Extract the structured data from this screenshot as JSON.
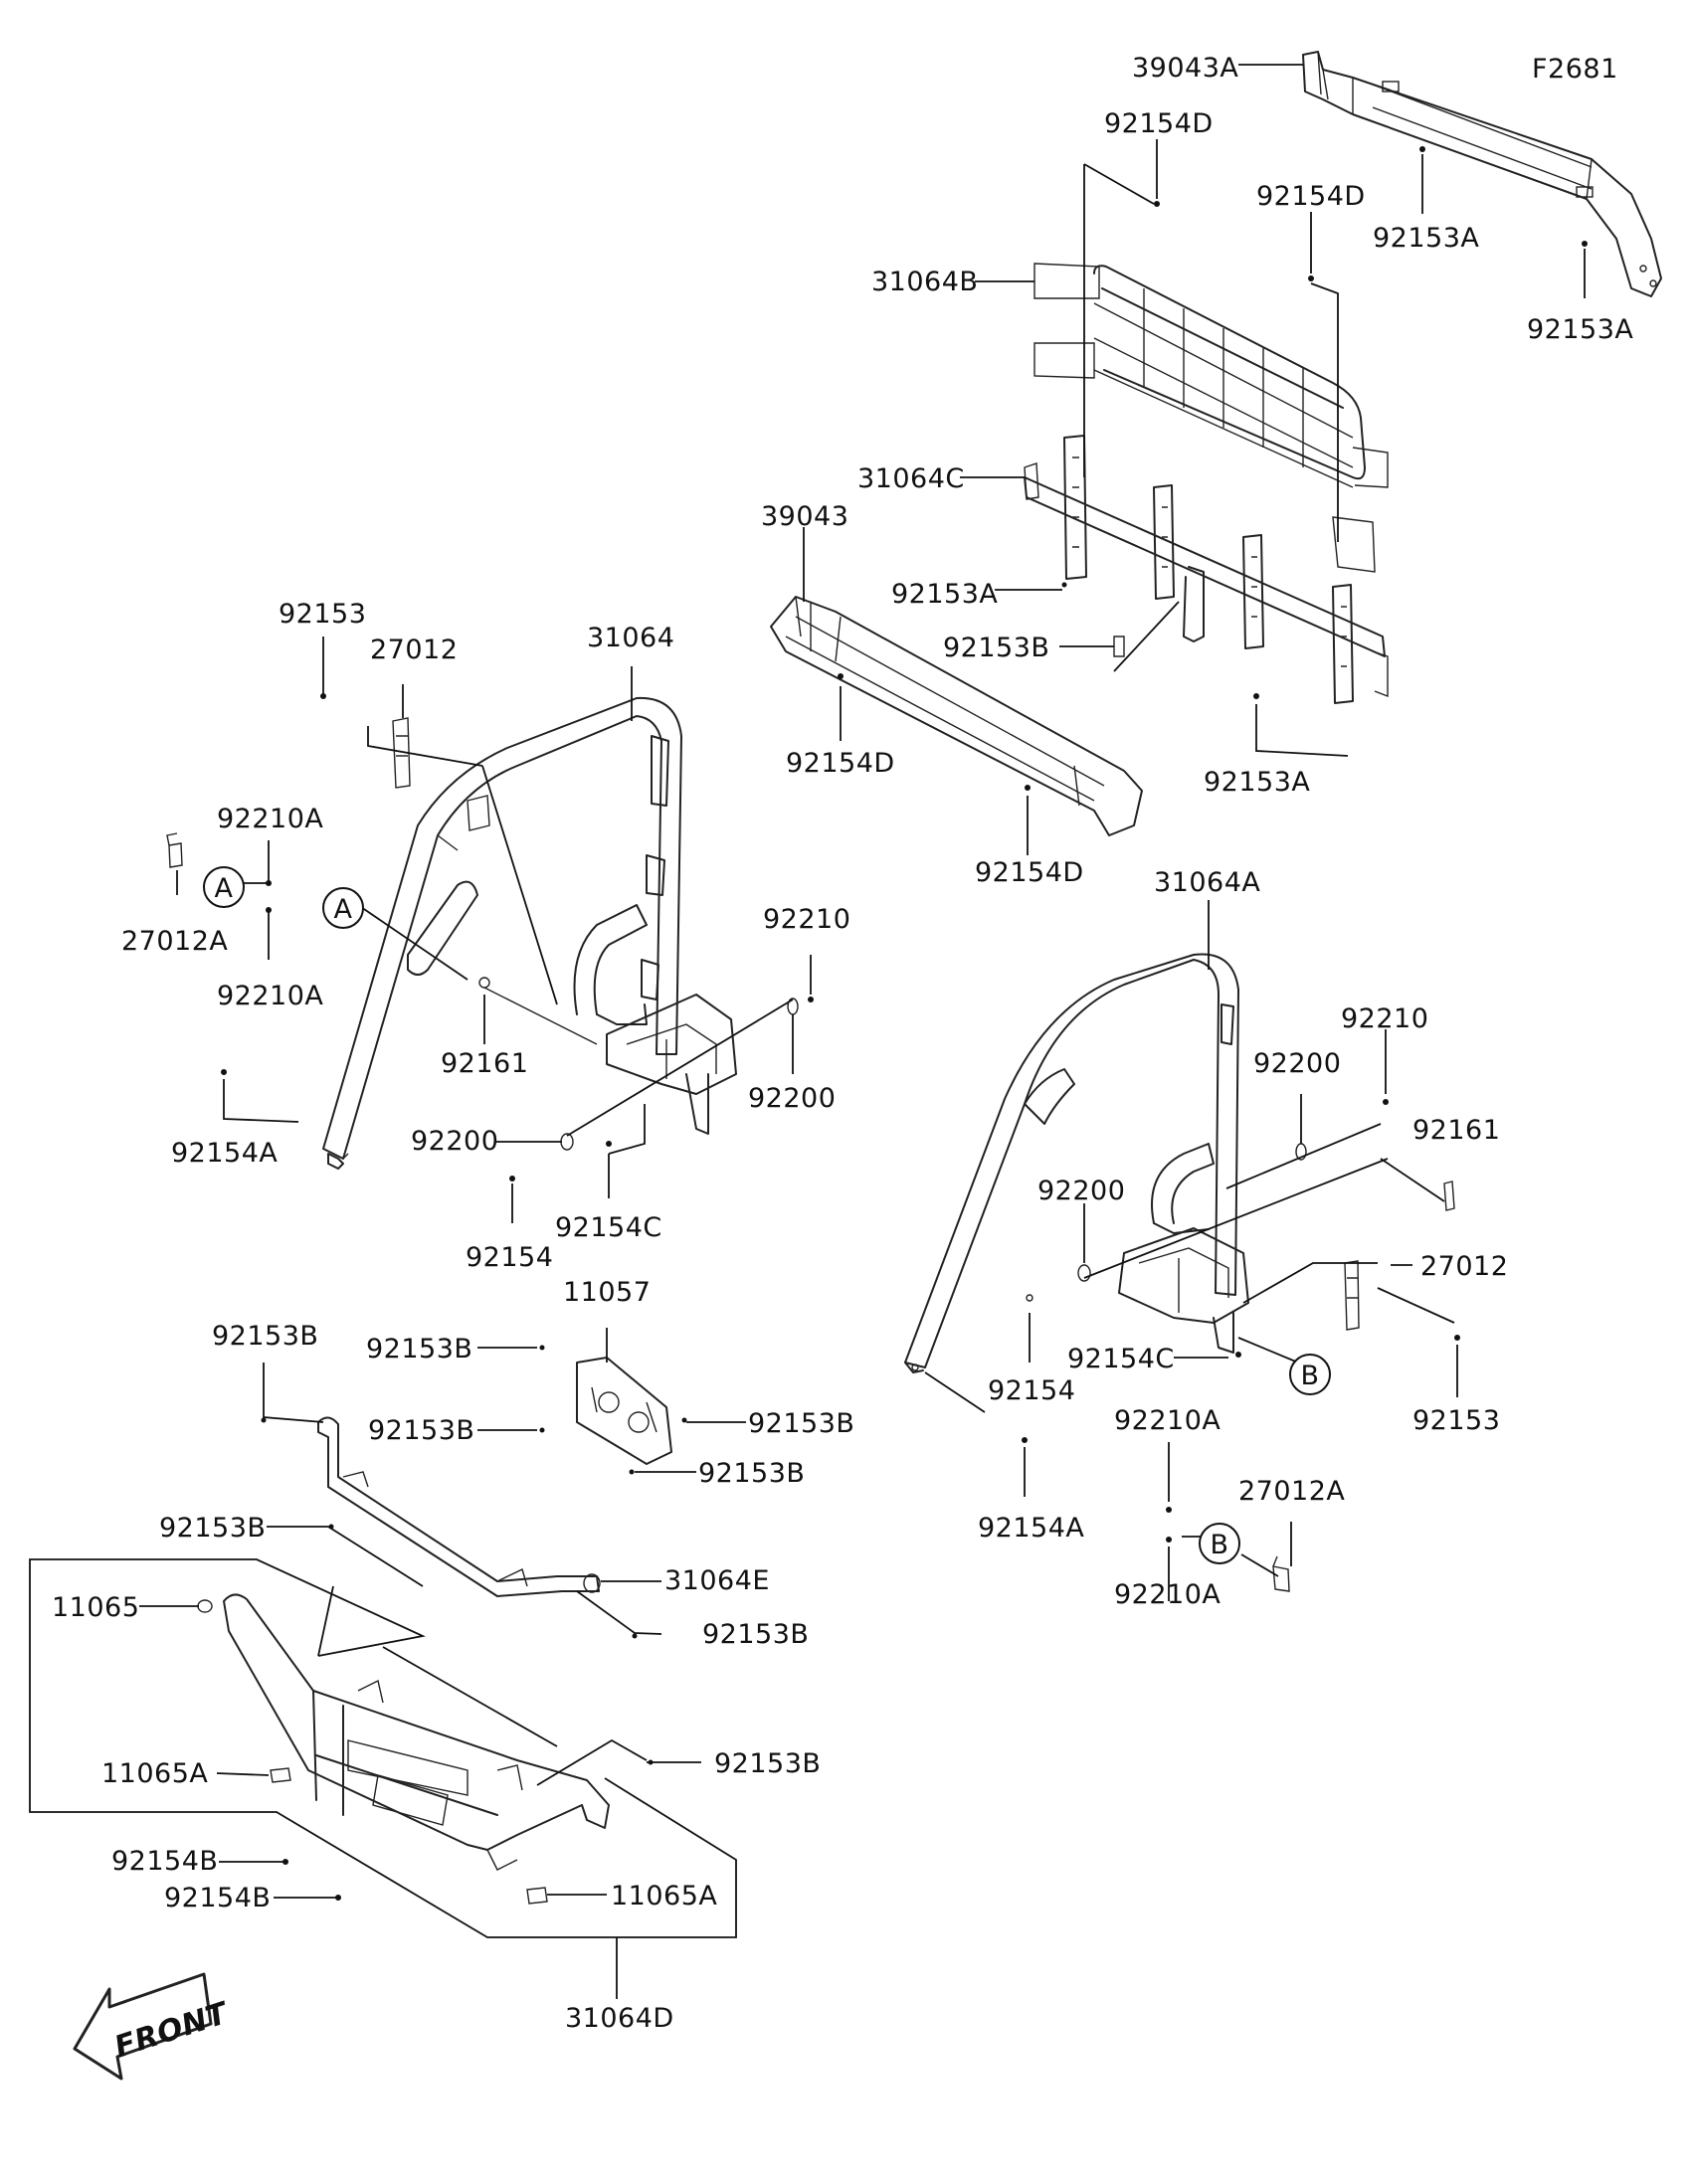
{
  "figure_code": "F2681",
  "front_label": "FRONT",
  "callouts": [
    "A",
    "A",
    "B",
    "B"
  ],
  "parts": [
    "39043A",
    "92154D",
    "92154D",
    "92153A",
    "92153A",
    "31064B",
    "31064C",
    "39043",
    "92153A",
    "92153B",
    "92154D",
    "92153A",
    "92154D",
    "92153",
    "27012",
    "31064",
    "92210A",
    "27012A",
    "92210A",
    "92210",
    "92161",
    "92200",
    "92154A",
    "92200",
    "92154",
    "92154C",
    "31064A",
    "92210",
    "92200",
    "92161",
    "92200",
    "27012",
    "92154C",
    "92154",
    "92153",
    "92154A",
    "92210A",
    "27012A",
    "92210A",
    "11057",
    "92153B",
    "92153B",
    "92153B",
    "92153B",
    "92153B",
    "92153B",
    "31064E",
    "92153B",
    "11065",
    "92153B",
    "11065A",
    "92154B",
    "92154B",
    "11065A",
    "31064D"
  ]
}
